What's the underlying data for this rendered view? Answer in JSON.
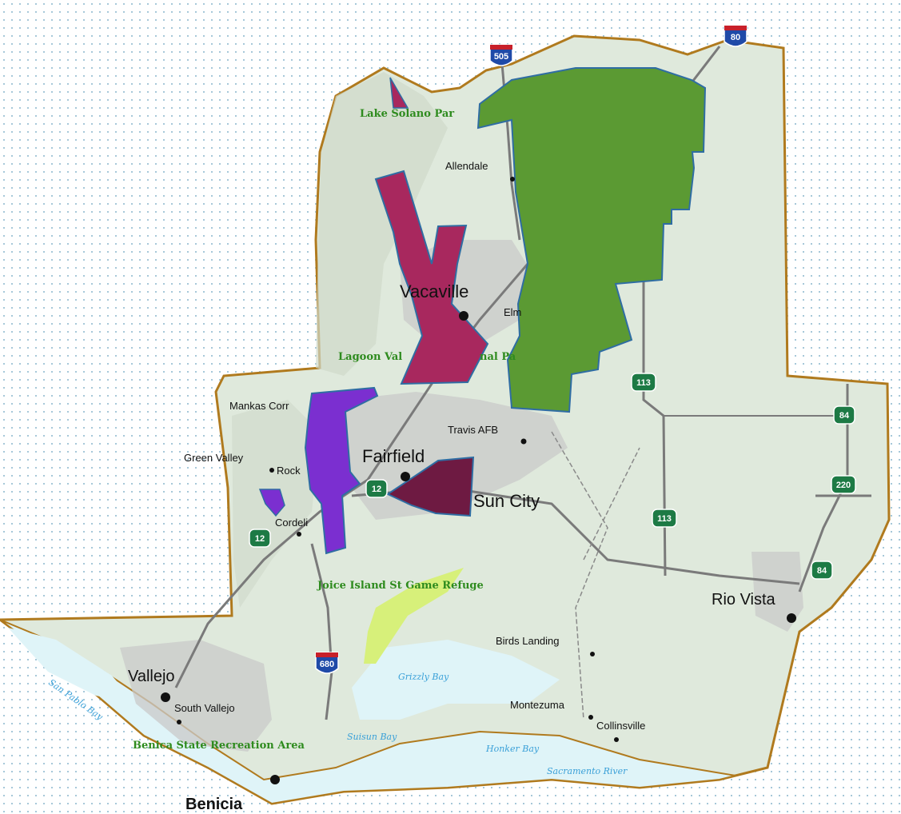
{
  "colors": {
    "land": "#dfe9dc",
    "border": "#b07a1e",
    "water": "#dff4f8",
    "road": "#7a7a7a",
    "urban": "#c9c9c9",
    "green_region": "#5b9a33",
    "magenta_region": "#a8285e",
    "violet_region": "#7b2fd0",
    "maroon_region": "#6e1a42",
    "refuge": "#d7f07a",
    "park_text": "#2e8b1e"
  },
  "cities": {
    "vacaville": "Vacaville",
    "fairfield": "Fairfield",
    "sun_city": "Sun City",
    "vallejo": "Vallejo",
    "benicia": "Benicia",
    "rio_vista": "Rio Vista"
  },
  "places": {
    "allendale": "Allendale",
    "elmira": "Elm",
    "travis_afb": "Travis AFB",
    "mankas_corner": "Mankas Corr",
    "green_valley": "Green Valley",
    "rockville": "Rock",
    "cordelia": "Cordeli",
    "south_vallejo": "South Vallejo",
    "birds_landing": "Birds Landing",
    "montezuma": "Montezuma",
    "collinsville": "Collinsville"
  },
  "parks": {
    "lake_solano": "Lake Solano Par",
    "lagoon_valley": "Lagoon Val",
    "lagoon_valley_2": "nal Pa",
    "joice_island": "Joice Island St Game Refuge",
    "benicia_sra": "Benica State Recreation Area"
  },
  "water": {
    "san_pablo_bay": "San Pablo Bay",
    "grizzly_bay": "Grizzly Bay",
    "suisun_bay": "Suisun Bay",
    "honker_bay": "Honker Bay",
    "sacramento_river": "Sacramento River"
  },
  "shields": {
    "i505": "505",
    "i80": "80",
    "i680": "680",
    "sr12a": "12",
    "sr12b": "12",
    "sr113a": "113",
    "sr113b": "113",
    "sr84a": "84",
    "sr84b": "84",
    "sr220": "220"
  }
}
